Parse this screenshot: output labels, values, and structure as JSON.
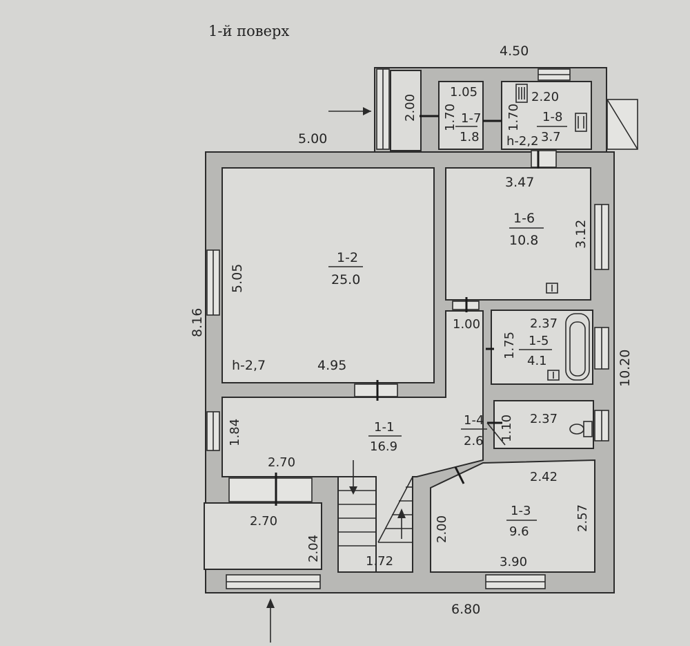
{
  "floor_title": "1-й  поверх",
  "dimensions": {
    "top_width": "4.50",
    "main_width": "5.00",
    "total_height": "8.16",
    "right_height": "10.20",
    "bottom_width": "6.80",
    "entry_depth": "2.00"
  },
  "rooms": [
    {
      "id": "1-1",
      "area": "16.9",
      "dims": [
        "2.70",
        "1.84"
      ]
    },
    {
      "id": "1-2",
      "area": "25.0",
      "dims": [
        "5.05",
        "4.95"
      ],
      "height": "h-2,7"
    },
    {
      "id": "1-3",
      "area": "9.6",
      "dims": [
        "2.42",
        "2.57",
        "2.00",
        "3.90"
      ]
    },
    {
      "id": "1-4",
      "area": "2.6",
      "dims": [
        "1.10"
      ]
    },
    {
      "id": "1-5",
      "area": "4.1",
      "dims": [
        "2.37",
        "1.75"
      ]
    },
    {
      "id": "1-6",
      "area": "10.8",
      "dims": [
        "3.47",
        "3.12"
      ]
    },
    {
      "id": "1-7",
      "area": "1.8",
      "dims": [
        "1.05",
        "1.70"
      ]
    },
    {
      "id": "1-8",
      "area": "3.7",
      "dims": [
        "2.20",
        "1.70"
      ],
      "height": "h-2,2"
    }
  ],
  "extra_dims": {
    "corridor_width": "1.00",
    "wc_width": "2.37",
    "storage_width": "2.70",
    "storage_height": "2.04",
    "stair_width": "1.72"
  },
  "icons": [
    "entry-arrow-icon",
    "stair-arrow-icon",
    "bathtub-icon",
    "toilet-icon",
    "sink-icon",
    "boiler-icon"
  ]
}
